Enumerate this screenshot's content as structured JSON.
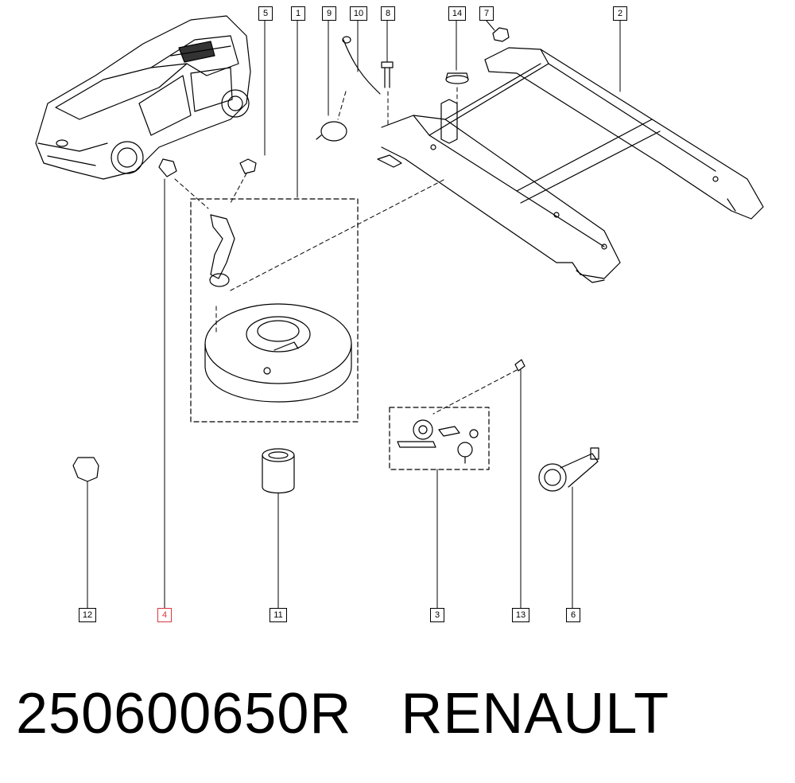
{
  "callouts": {
    "c1": "1",
    "c2": "2",
    "c3": "3",
    "c4": "4",
    "c5": "5",
    "c6": "6",
    "c7": "7",
    "c8": "8",
    "c9": "9",
    "c10": "10",
    "c11": "11",
    "c12": "12",
    "c13": "13",
    "c14": "14"
  },
  "highlight_color": "#d9363e",
  "footer": {
    "part_number": "250600650R",
    "brand": "RENAULT"
  }
}
